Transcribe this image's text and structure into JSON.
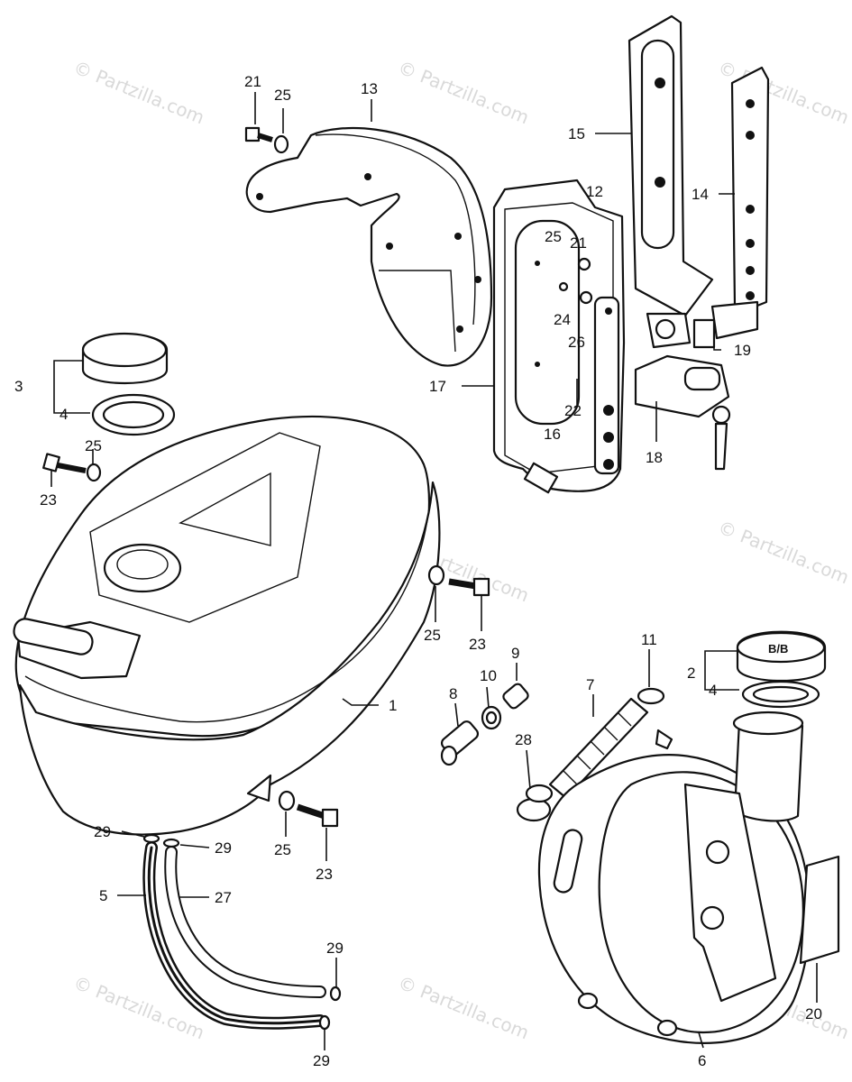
{
  "watermark": "© Partzilla.com",
  "callouts": [
    "1",
    "2",
    "3",
    "4",
    "4",
    "5",
    "6",
    "7",
    "8",
    "9",
    "10",
    "11",
    "12",
    "13",
    "14",
    "15",
    "16",
    "17",
    "18",
    "19",
    "20",
    "21",
    "21",
    "22",
    "23",
    "23",
    "23",
    "24",
    "25",
    "25",
    "25",
    "25",
    "25",
    "26",
    "27",
    "28",
    "29",
    "29",
    "29",
    "29"
  ]
}
